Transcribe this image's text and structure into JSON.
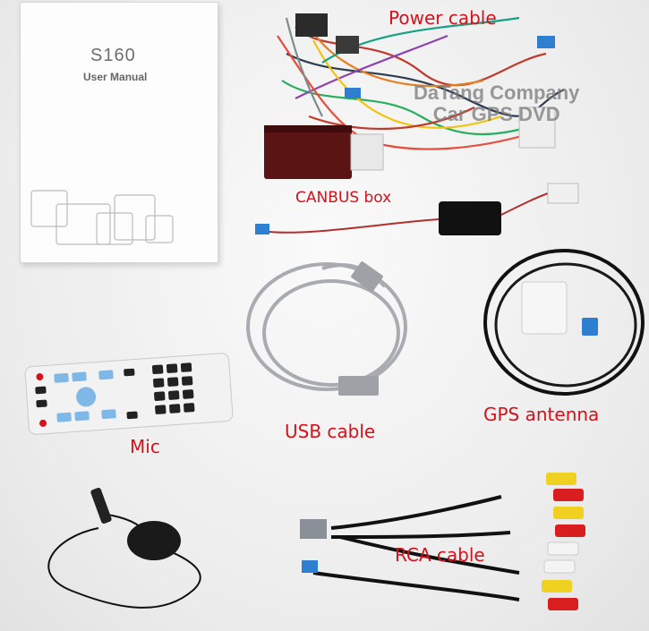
{
  "manual": {
    "model": "S160",
    "title": "User Manual"
  },
  "labels": {
    "power_cable": "Power cable",
    "canbus_box": "CANBUS box",
    "usb_cable": "USB cable",
    "gps_antenna": "GPS antenna",
    "mic": "Mic",
    "rca_cable": "RCA cable"
  },
  "watermark": {
    "line1": "DaTang Company",
    "line2": "Car GPS DVD"
  },
  "colors": {
    "label_red": "#d8101a",
    "canbus_box": "#5a1414",
    "usb_cable": "#a8acb0",
    "rca_red": "#d81e1e",
    "rca_yellow": "#f0d020",
    "rca_white": "#f4f4f4"
  }
}
